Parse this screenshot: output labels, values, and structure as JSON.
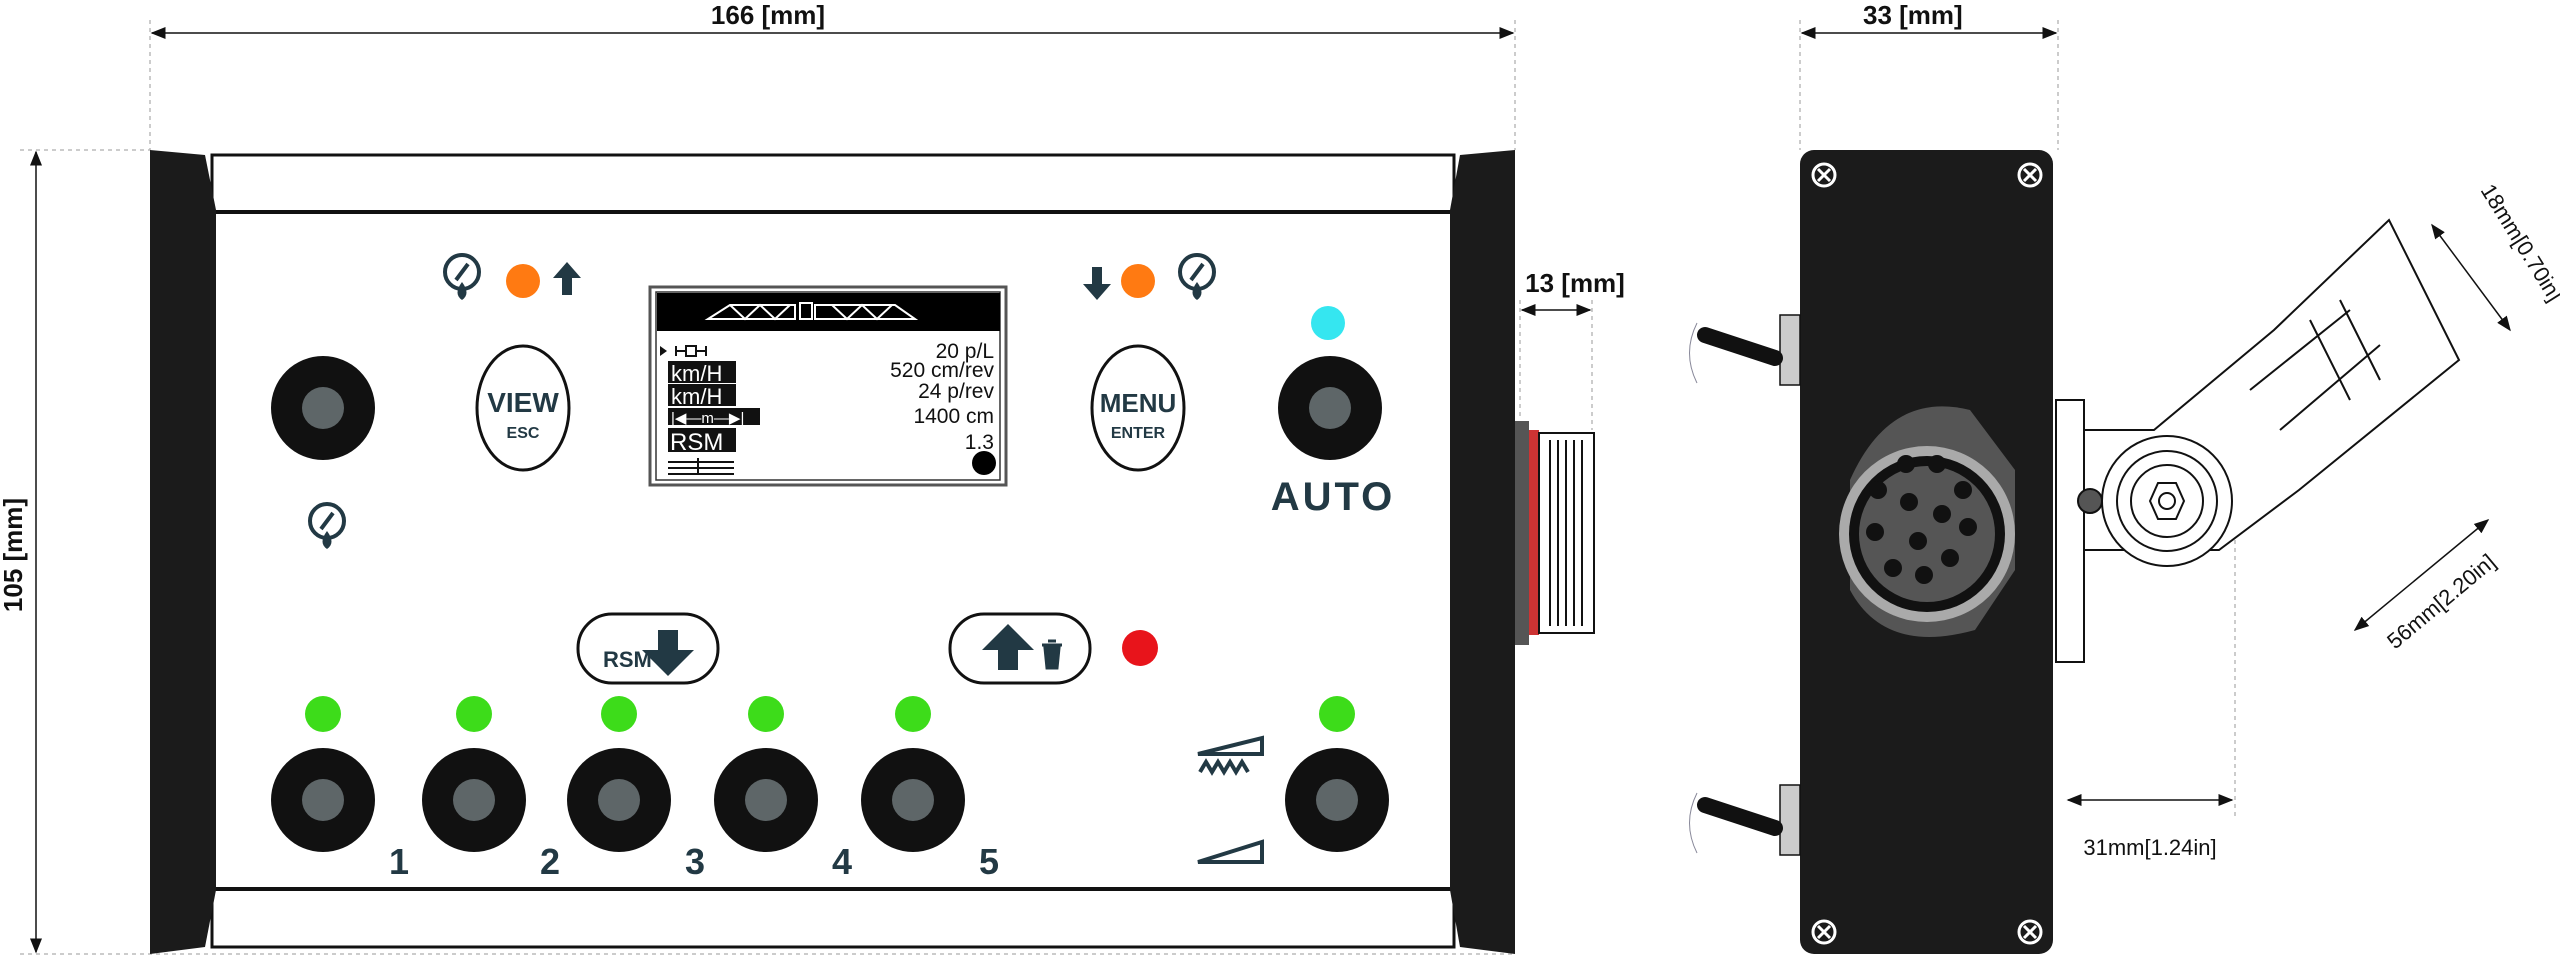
{
  "dimensions": {
    "width": "166 [mm]",
    "height": "105 [mm]",
    "connector_depth": "13 [mm]",
    "side_depth": "33 [mm]",
    "bracket_offset": "31mm[1.24in]",
    "bracket_width": "18mm[0.70in]",
    "bracket_length": "56mm[2.20in]"
  },
  "buttons": {
    "view": "VIEW",
    "view_sub": "ESC",
    "menu": "MENU",
    "menu_sub": "ENTER",
    "rsm": "RSM",
    "auto": "AUTO"
  },
  "sections": [
    "1",
    "2",
    "3",
    "4",
    "5"
  ],
  "lcd": {
    "rows": [
      {
        "label": "",
        "value": "20 p/L"
      },
      {
        "label": "km/H",
        "value": "520 cm/rev"
      },
      {
        "label": "km/H",
        "value": "24 p/rev"
      },
      {
        "label": "|◀—m—▶|",
        "value": "1400 cm"
      },
      {
        "label": "RSM",
        "value": "1.3"
      }
    ]
  },
  "colors": {
    "led_green": "#3ddc1a",
    "led_orange": "#ff7a12",
    "led_red": "#e8141b",
    "led_cyan": "#35e6f0",
    "body": "#1b1b1b",
    "icon": "#223944"
  }
}
